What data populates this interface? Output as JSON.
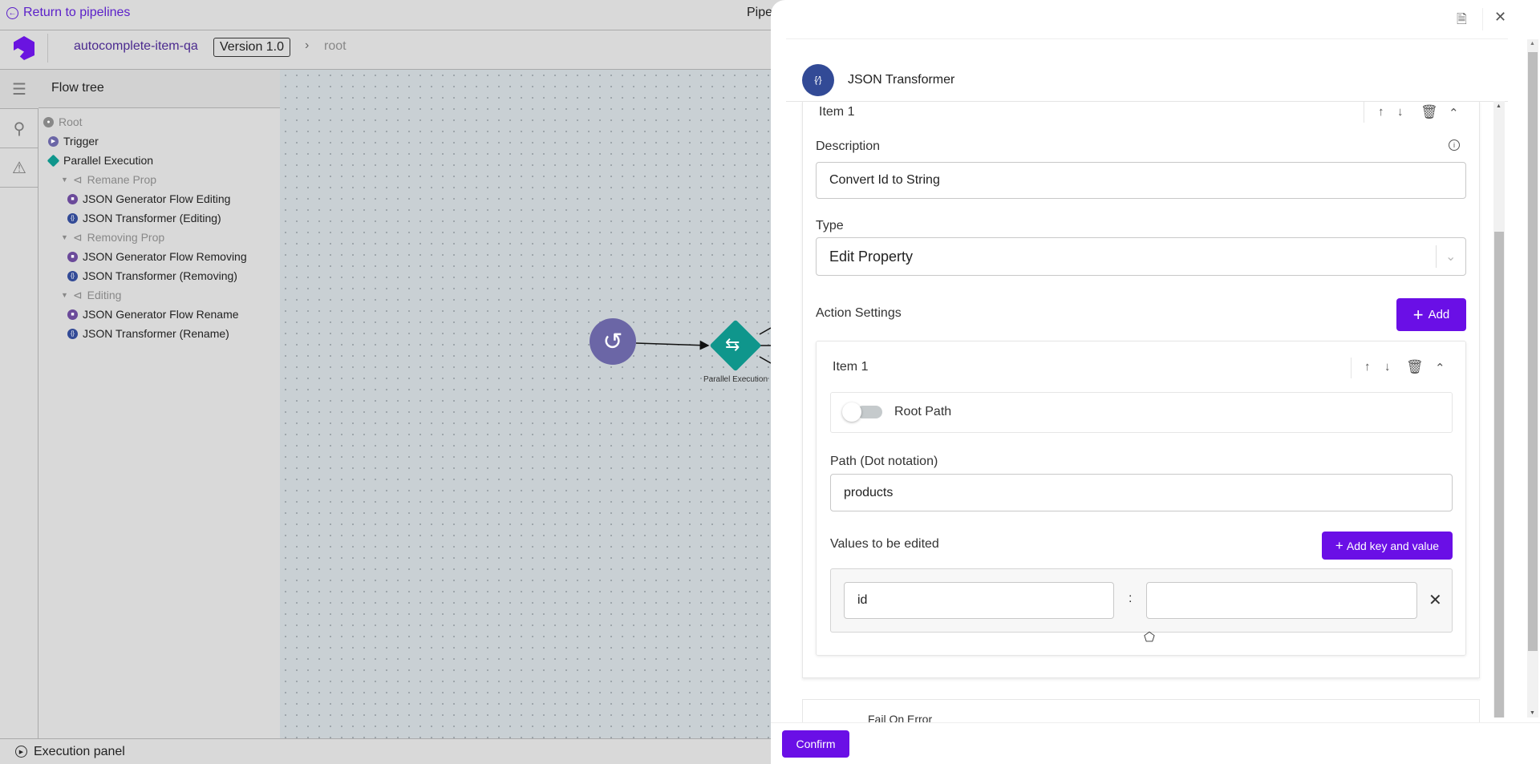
{
  "topbar": {
    "back_label": "Return to pipelines",
    "title_partial": "Pipe"
  },
  "header": {
    "pipeline_name": "autocomplete-item-qa",
    "version": "Version 1.0",
    "breadcrumb_root": "root"
  },
  "flow_tree": {
    "title": "Flow tree",
    "items": [
      {
        "label": "Root"
      },
      {
        "label": "Trigger"
      },
      {
        "label": "Parallel Execution"
      },
      {
        "label": "Remane Prop"
      },
      {
        "label": "JSON Generator Flow Editing"
      },
      {
        "label": "JSON Transformer (Editing)"
      },
      {
        "label": "Removing Prop"
      },
      {
        "label": "JSON Generator Flow Removing"
      },
      {
        "label": "JSON Transformer (Removing)"
      },
      {
        "label": "Editing"
      },
      {
        "label": "JSON Generator Flow Rename"
      },
      {
        "label": "JSON Transformer (Rename)"
      }
    ]
  },
  "canvas": {
    "parallel_label": "Parallel Execution"
  },
  "execution_panel": "Execution panel",
  "drawer": {
    "title": "JSON Transformer",
    "item_title": "Item 1",
    "description_label": "Description",
    "description_value": "Convert Id to String",
    "type_label": "Type",
    "type_value": "Edit Property",
    "action_settings_label": "Action Settings",
    "add_label": "Add",
    "action_item_title": "Item 1",
    "root_path_label": "Root Path",
    "root_path_enabled": false,
    "path_label": "Path (Dot notation)",
    "path_value": "products",
    "values_label": "Values to be edited",
    "add_kv_label": "Add key and value",
    "kv": [
      {
        "key": "id",
        "value": ""
      }
    ],
    "colon": ":",
    "fail_on_error_label": "Fail On Error",
    "confirm_label": "Confirm"
  },
  "colors": {
    "accent": "#6a0fe6",
    "teal": "#0f968c",
    "trigger": "#6b66a6",
    "transformer": "#324a96"
  }
}
